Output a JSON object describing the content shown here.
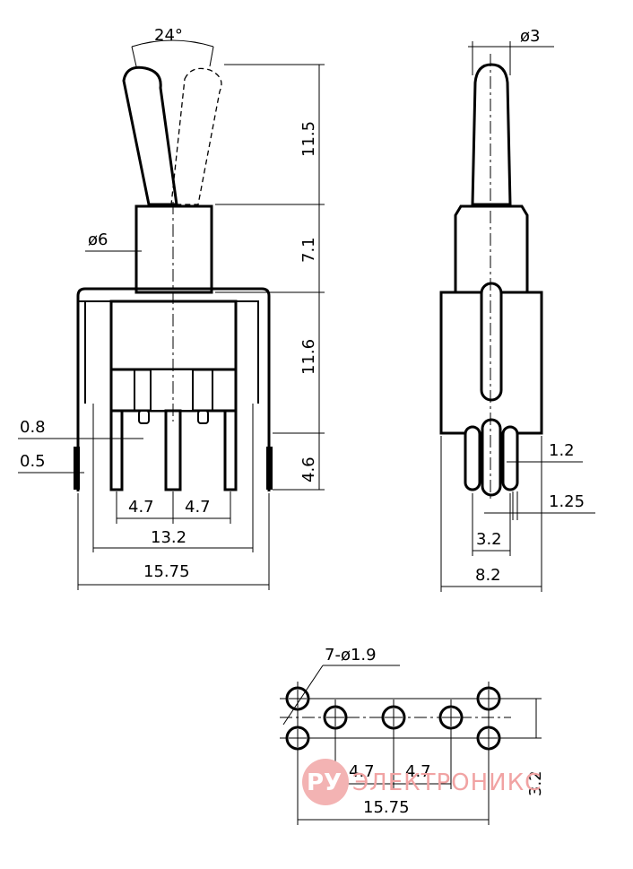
{
  "dimensions": {
    "angle": "24°",
    "dia_lever": "ø3",
    "dia_bushing": "ø6",
    "h_lever": "11.5",
    "h_bushing": "7.1",
    "h_body": "11.6",
    "h_pins": "4.6",
    "bracket_thickness": "0.8",
    "bracket_pin": "0.5",
    "pin_spacing_left": "4.7",
    "pin_spacing_right": "4.7",
    "body_width": "13.2",
    "total_width": "15.75",
    "pin_width": "1.2",
    "pin_offset": "1.25",
    "pin_row_spacing": "3.2",
    "side_width": "8.2"
  },
  "footprint": {
    "holes": "7-ø1.9",
    "spacing_left": "4.7",
    "spacing_right": "4.7",
    "row_spacing": "3.2",
    "total_width": "15.75"
  },
  "watermark": {
    "logo": "РУ",
    "text": "ЭЛЕКТРОНИКС"
  }
}
